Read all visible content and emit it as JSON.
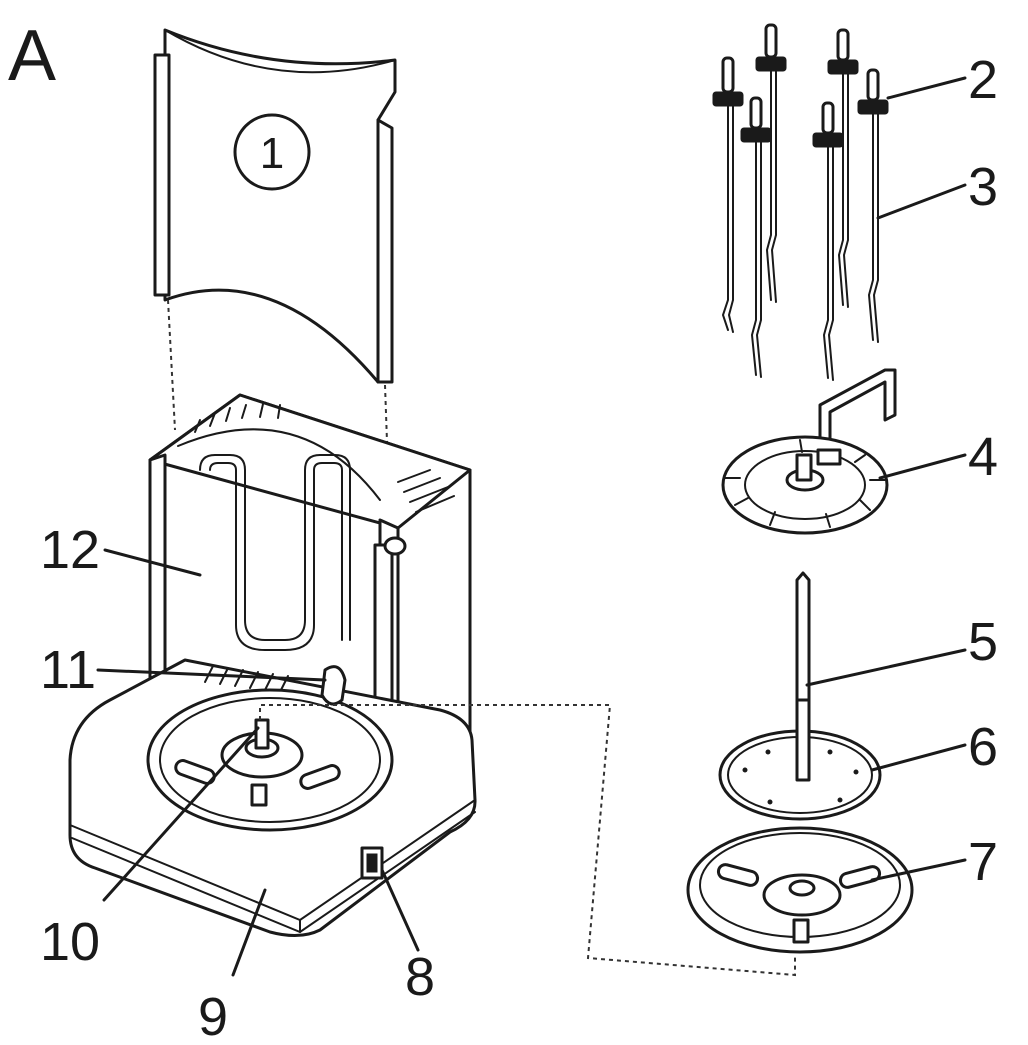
{
  "figure": {
    "panel_letter": "A",
    "callout_1": "1",
    "labels": {
      "l2": "2",
      "l3": "3",
      "l4": "4",
      "l5": "5",
      "l6": "6",
      "l7": "7",
      "l8": "8",
      "l9": "9",
      "l10": "10",
      "l11": "11",
      "l12": "12"
    }
  }
}
